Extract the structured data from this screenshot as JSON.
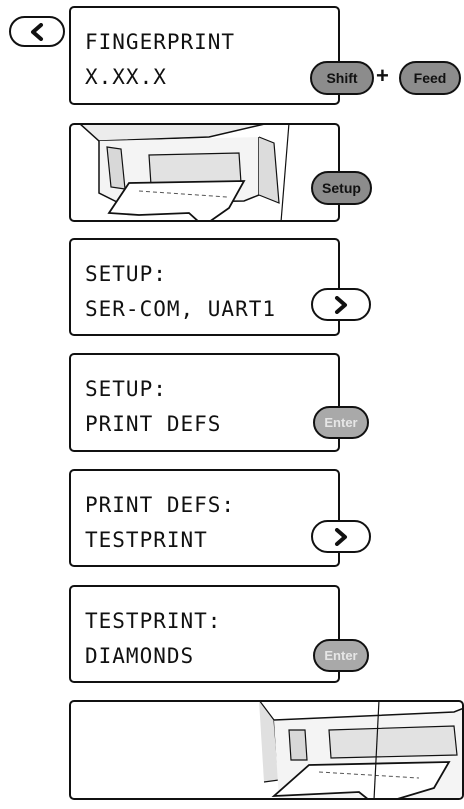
{
  "displays": [
    {
      "line1": "FINGERPRINT",
      "line2": "X.XX.X"
    },
    {
      "line1": "SETUP:",
      "line2": "SER-COM, UART1"
    },
    {
      "line1": "SETUP:",
      "line2": "PRINT DEFS"
    },
    {
      "line1": "PRINT DEFS:",
      "line2": "TESTPRINT"
    },
    {
      "line1": "TESTPRINT:",
      "line2": "DIAMONDS"
    }
  ],
  "buttons": {
    "shift": "Shift",
    "plus": "+",
    "feed": "Feed",
    "setup": "Setup",
    "enter1": "Enter",
    "enter2": "Enter"
  },
  "icons": {
    "back": "chevron-left-icon",
    "next": "chevron-right-icon"
  },
  "colors": {
    "key_fill": "#8c8c8c",
    "enter_fill": "#a9a9a9",
    "outline": "#111111"
  }
}
